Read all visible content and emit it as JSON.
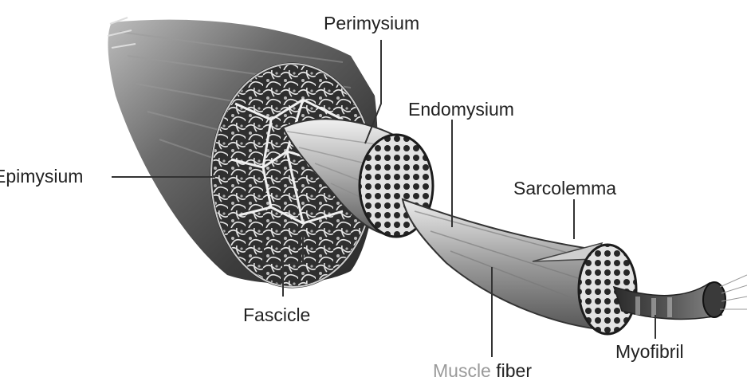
{
  "labels": {
    "perimysium": "Perimysium",
    "endomysium": "Endomysium",
    "epimysium": "Epimysium",
    "sarcolemma": "Sarcolemma",
    "fascicle": "Fascicle",
    "muscle": "Muscle",
    "fiber": "fiber",
    "myofibril": "Myofibril"
  },
  "colors": {
    "label": "#222222",
    "muted_label": "#9a9a9a",
    "leader_line": "#333333",
    "tissue_dark": "#3a3a3a",
    "tissue_mid": "#8a8a8a",
    "tissue_light": "#d8d8d8"
  }
}
